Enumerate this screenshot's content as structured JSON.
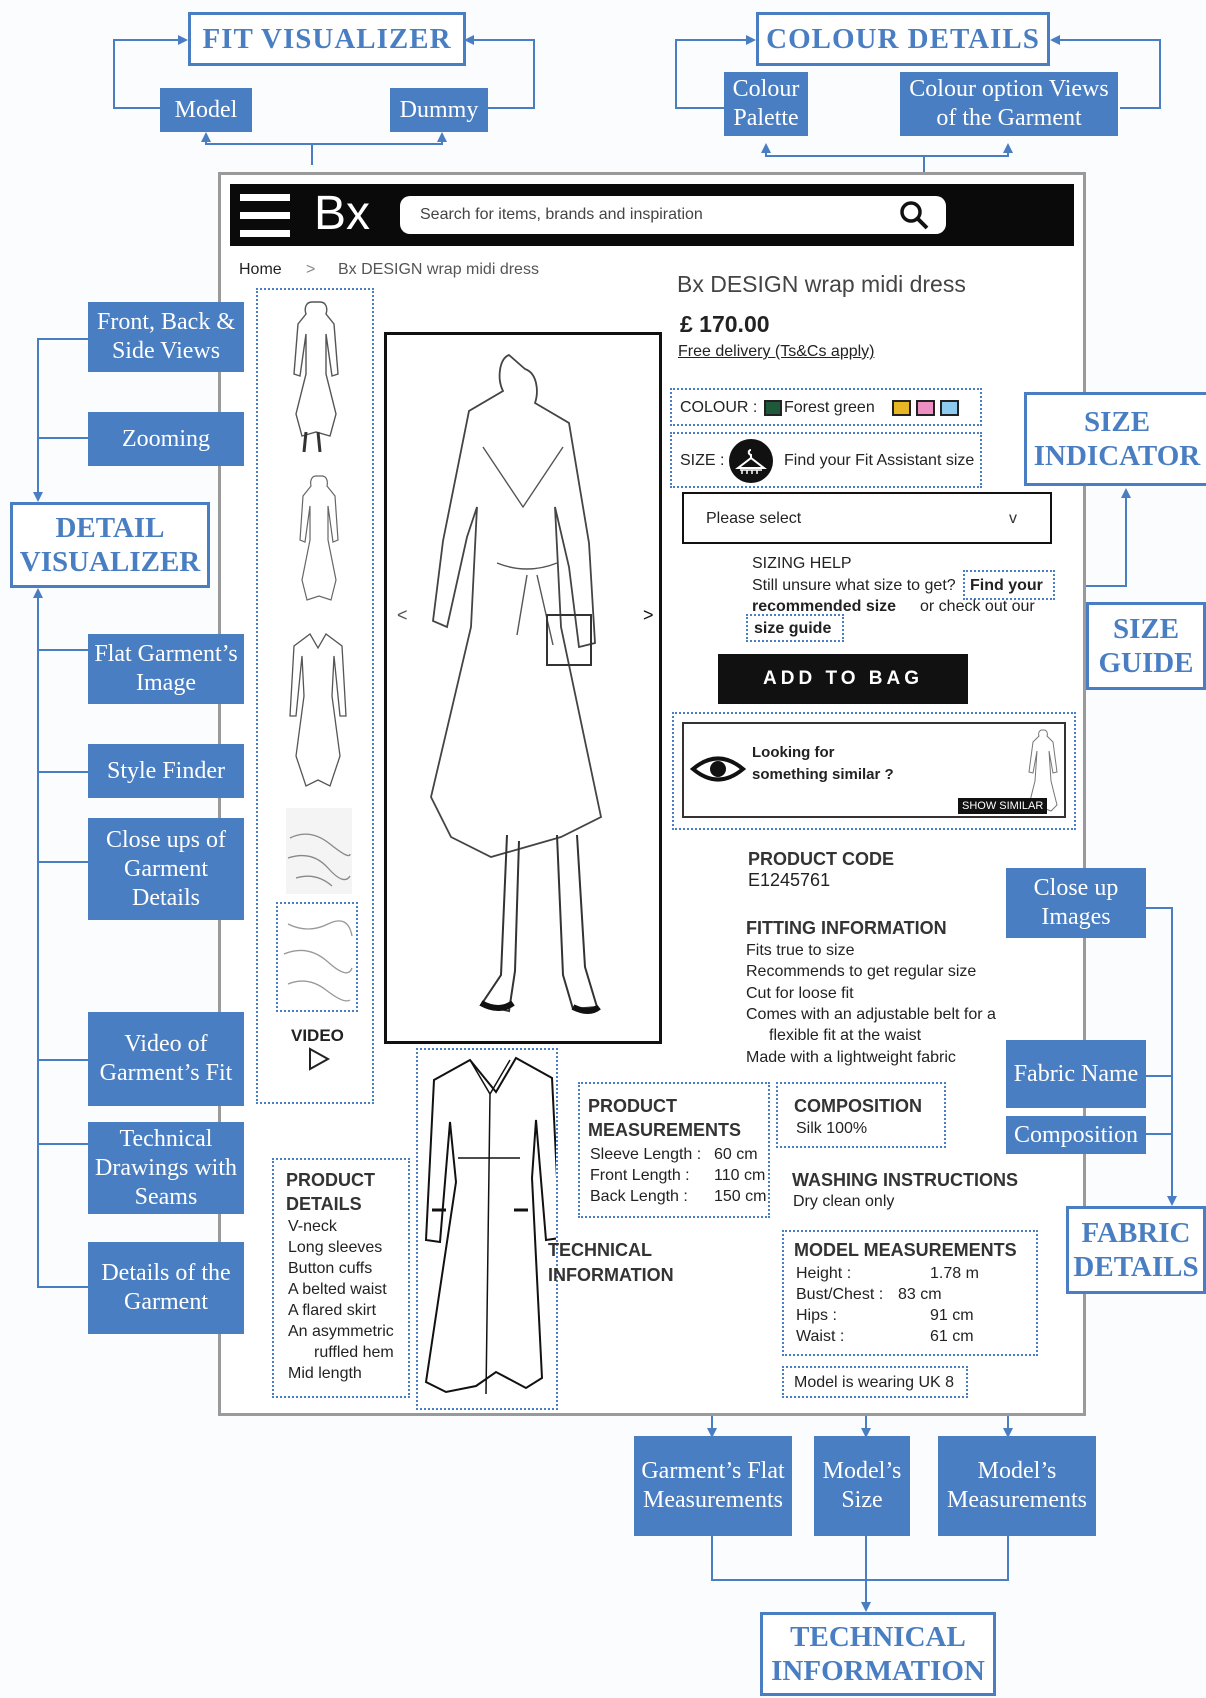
{
  "labels": {
    "fit_visualizer": "FIT  VISUALIZER",
    "model": "Model",
    "dummy": "Dummy",
    "colour_details": "COLOUR DETAILS",
    "colour_palette": "Colour Palette",
    "colour_option_views": "Colour option Views of the Garment",
    "front_back_side": "Front, Back & Side Views",
    "zooming": "Zooming",
    "detail_visualizer": "DETAIL VISUALIZER",
    "flat_garment": "Flat Garment’s Image",
    "style_finder": "Style Finder",
    "close_ups_details": "Close ups of Garment Details",
    "video_fit": "Video of Garment’s Fit",
    "technical_drawings": "Technical Drawings with Seams",
    "details_garment": "Details of the Garment",
    "size_indicator": "SIZE INDICATOR",
    "size_guide": "SIZE GUIDE",
    "close_up_images": "Close up Images",
    "fabric_name": "Fabric Name",
    "composition": "Composition",
    "fabric_details": "FABRIC DETAILS",
    "garment_flat_measurements": "Garment’s Flat Measurements",
    "models_size": "Model’s Size",
    "models_measurements": "Model’s Measurements",
    "technical_information": "TECHNICAL INFORMATION"
  },
  "site": {
    "logo": "Bx",
    "search_placeholder": "Search for items, brands and inspiration",
    "breadcrumb_home": "Home",
    "breadcrumb_sep": ">",
    "breadcrumb_current": "Bx DESIGN  wrap midi dress"
  },
  "product": {
    "title": "Bx DESIGN  wrap midi dress",
    "price": "£ 170.00",
    "delivery": "Free delivery (Ts&Cs apply)",
    "colour_label": "COLOUR :",
    "colour_value": "Forest green",
    "swatches": [
      "#1e5a3a",
      "#e8b625",
      "#ee8fc3",
      "#8fcbee"
    ],
    "size_label": "SIZE :",
    "fit_assistant": "Find your Fit Assistant size",
    "size_select": "Please select",
    "size_chevron": "v",
    "sizing_help_title": "SIZING HELP",
    "sizing_help_q": "Still unsure what size to get?",
    "find_your": "Find your",
    "recommended_size": "recommended size",
    "or_check": "or  check out our",
    "size_guide_link": "size guide",
    "add_to_bag": "ADD  TO  BAG",
    "similar_line1": "Looking for",
    "similar_line2": "something similar ?",
    "show_similar": "SHOW SIMILAR",
    "video_label": "VIDEO",
    "gallery_prev": "<",
    "gallery_next": ">",
    "product_code_title": "PRODUCT CODE",
    "product_code": "E1245761",
    "fitting_title": "FITTING  INFORMATION",
    "fitting": [
      "Fits true to size",
      "Recommends to get regular size",
      "Cut for loose fit",
      "Comes with an adjustable belt for a",
      "flexible fit at the waist",
      "Made with a lightweight fabric"
    ],
    "measurements_title_1": "PRODUCT",
    "measurements_title_2": "MEASUREMENTS",
    "measurements": [
      {
        "label": "Sleeve Length :",
        "value": "60 cm"
      },
      {
        "label": "Front Length :",
        "value": "110 cm"
      },
      {
        "label": "Back Length :",
        "value": "150 cm"
      }
    ],
    "composition_title": "COMPOSITION",
    "composition_value": "Silk 100%",
    "washing_title": "WASHING INSTRUCTIONS",
    "washing_value": "Dry clean only",
    "details_title_1": "PRODUCT",
    "details_title_2": "DETAILS",
    "details": [
      "V-neck",
      "Long sleeves",
      "Button cuffs",
      "A belted waist",
      "A flared skirt",
      "An asymmetric",
      "ruffled hem",
      "Mid length"
    ],
    "tech_info_1": "TECHNICAL",
    "tech_info_2": "INFORMATION",
    "model_meas_title": "MODEL MEASUREMENTS",
    "model_meas": [
      {
        "label": "Height :",
        "value": "1.78 m"
      },
      {
        "label": "Bust/Chest :",
        "value": "83 cm"
      },
      {
        "label": "Hips :",
        "value": "91 cm"
      },
      {
        "label": "Waist :",
        "value": "61 cm"
      }
    ],
    "model_wearing": "Model is wearing UK 8"
  },
  "colors": {
    "accent": "#4a7ec2",
    "frame": "#9a9a9a",
    "header": "#0a0a0a"
  }
}
